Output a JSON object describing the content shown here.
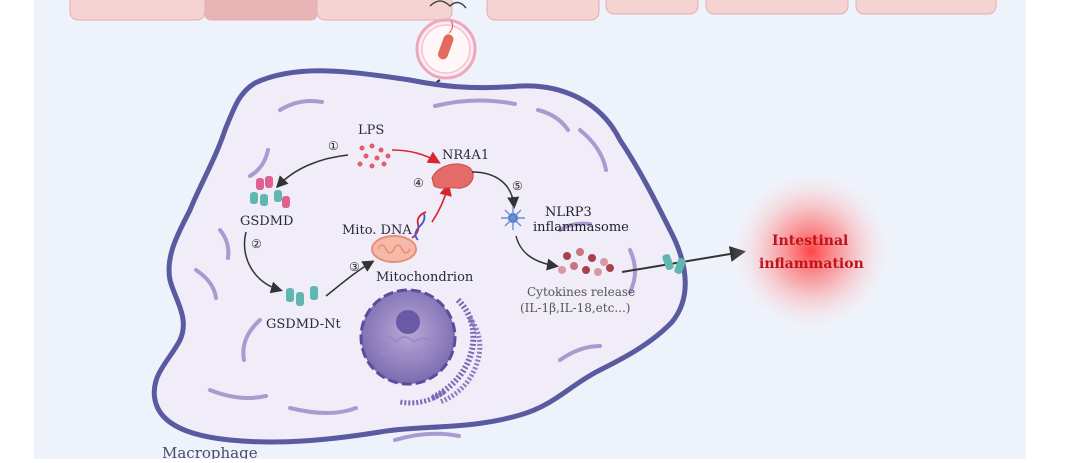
{
  "labels": {
    "lps": "LPS",
    "nr4a1": "NR4A1",
    "gsdmd": "GSDMD",
    "gsdmd_nt": "GSDMD-Nt",
    "mito_dna": "Mito. DNA",
    "mitochondrion": "Mitochondrion",
    "nlrp3": "NLRP3",
    "inflammasome": "inflammasome",
    "cytokines_line1": "Cytokines release",
    "cytokines_line2": "(IL-1β,IL-18,etc...)",
    "intestinal_line1": "Intestinal",
    "intestinal_line2": "inflammation",
    "macrophage": "Macrophage"
  },
  "steps": [
    "①",
    "②",
    "③",
    "④",
    "⑤"
  ],
  "colors": {
    "background": "#eef3fb",
    "membrane": "#5a5aa0",
    "cell_fill": "#f0ecf8",
    "epithelium": "#f5d3d3",
    "arrow_red": "#d8262c",
    "arrow_dark": "#333333",
    "inflammation_red": "#c0141a"
  }
}
